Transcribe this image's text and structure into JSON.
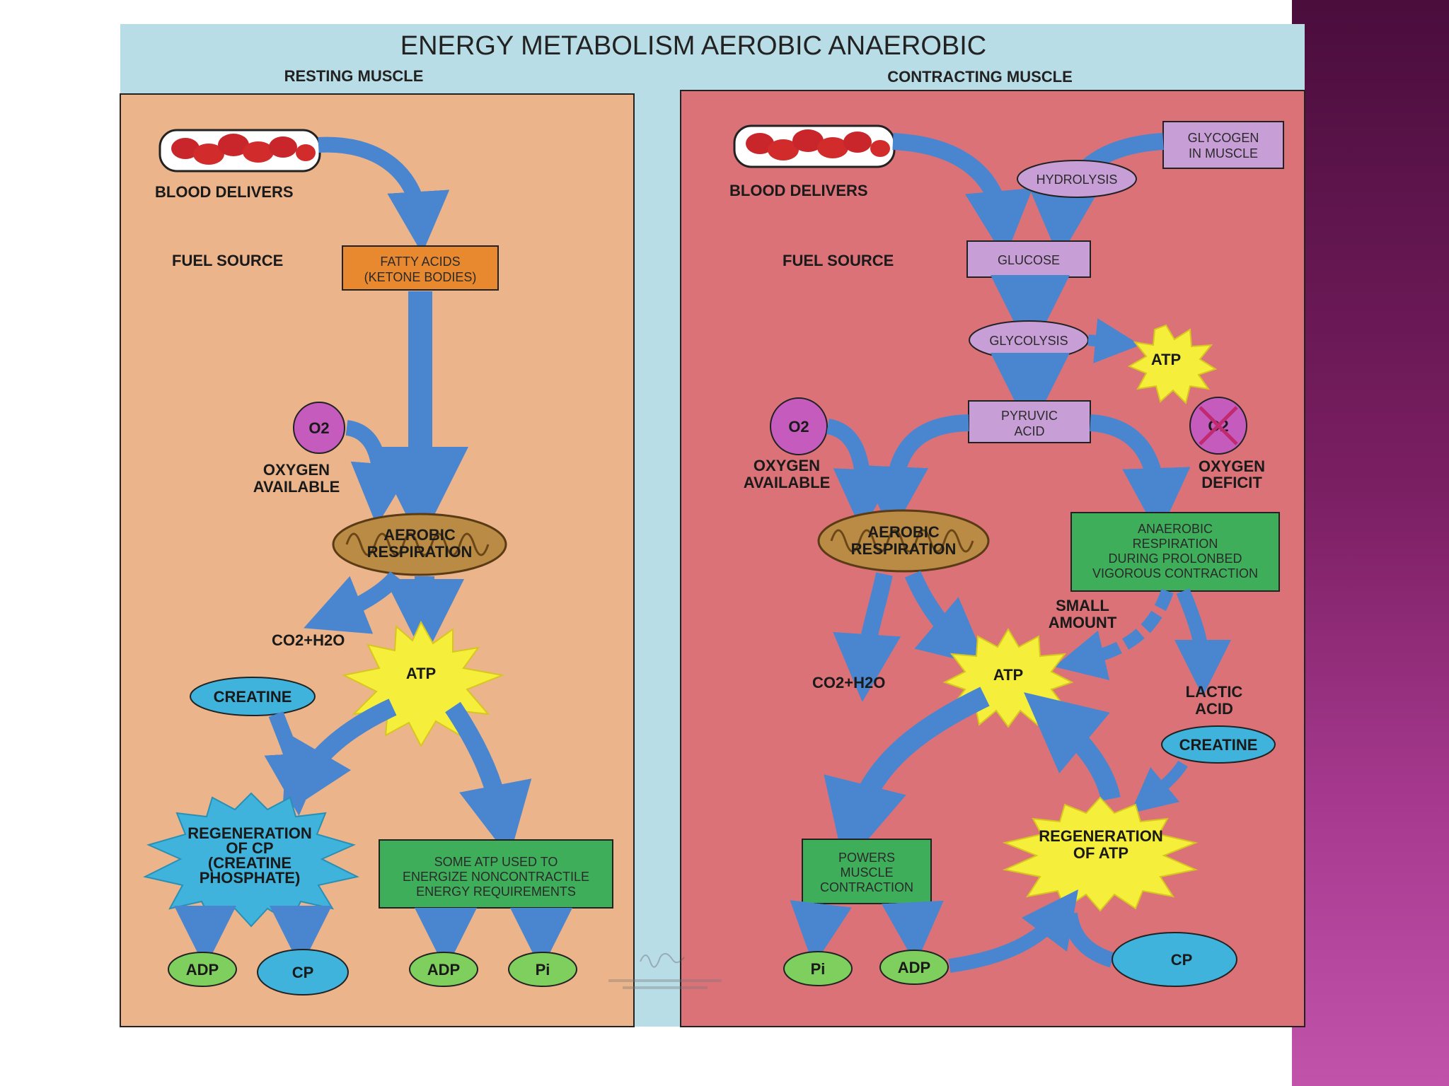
{
  "title": "ENERGY METABOLISM AEROBIC ANAEROBIC",
  "resting": {
    "heading": "RESTING MUSCLE",
    "blood_delivers": "BLOOD DELIVERS",
    "fuel_source": "FUEL SOURCE",
    "fatty_acids_1": "FATTY ACIDS",
    "fatty_acids_2": "(KETONE BODIES)",
    "o2": "O2",
    "oxygen_1": "OXYGEN",
    "oxygen_2": "AVAILABLE",
    "aerobic_1": "AEROBIC",
    "aerobic_2": "RESPIRATION",
    "co2": "CO2+H2O",
    "atp": "ATP",
    "creatine": "CREATINE",
    "regen_1": "REGENERATION",
    "regen_2": "OF CP",
    "regen_3": "(CREATINE",
    "regen_4": "PHOSPHATE)",
    "some_atp_1": "SOME ATP USED TO",
    "some_atp_2": "ENERGIZE NONCONTRACTILE",
    "some_atp_3": "ENERGY REQUIREMENTS",
    "adp1": "ADP",
    "cp": "CP",
    "adp2": "ADP",
    "pi": "Pi"
  },
  "contracting": {
    "heading": "CONTRACTING MUSCLE",
    "blood_delivers": "BLOOD DELIVERS",
    "glycogen_1": "GLYCOGEN",
    "glycogen_2": "IN MUSCLE",
    "hydrolysis": "HYDROLYSIS",
    "fuel_source": "FUEL SOURCE",
    "glucose": "GLUCOSE",
    "glycolysis": "GLYCOLYSIS",
    "atp_top": "ATP",
    "pyruvic_1": "PYRUVIC",
    "pyruvic_2": "ACID",
    "o2": "O2",
    "o2_crossed": "O2",
    "oxygen_1": "OXYGEN",
    "oxygen_2": "AVAILABLE",
    "deficit_1": "OXYGEN",
    "deficit_2": "DEFICIT",
    "aerobic_1": "AEROBIC",
    "aerobic_2": "RESPIRATION",
    "anaerobic_1": "ANAEROBIC",
    "anaerobic_2": "RESPIRATION",
    "anaerobic_3": "DURING PROLONBED",
    "anaerobic_4": "VIGOROUS CONTRACTION",
    "small_1": "SMALL",
    "small_2": "AMOUNT",
    "co2": "CO2+H2O",
    "atp": "ATP",
    "lactic_1": "LACTIC",
    "lactic_2": "ACID",
    "creatine": "CREATINE",
    "regen_1": "REGENERATION",
    "regen_2": "OF ATP",
    "powers_1": "POWERS",
    "powers_2": "MUSCLE",
    "powers_3": "CONTRACTION",
    "pi": "Pi",
    "adp": "ADP",
    "cp": "CP"
  },
  "colors": {
    "resting_bg": "#ebb48a",
    "contracting_bg": "#db7278",
    "arrow": "#4a86d0",
    "orange_box": "#e8892f",
    "purple_box": "#c89ed6",
    "green_box": "#3fae5a",
    "yellow_star": "#f5ee3a",
    "cyan": "#3fb3dc",
    "light_green": "#7fcf5e",
    "o2_magenta": "#c55bbd",
    "mito": "#b98b45"
  }
}
